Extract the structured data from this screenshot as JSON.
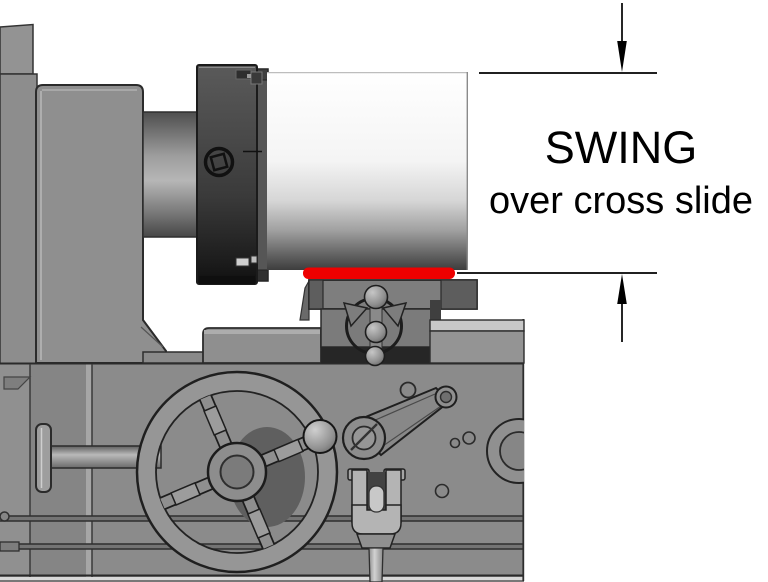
{
  "annotation": {
    "title": "SWING",
    "subtitle": "over cross slide"
  },
  "dimension_marks": {
    "top_arrow_direction": "down",
    "bottom_arrow_direction": "up"
  },
  "colors": {
    "highlight_red": "#ee0000",
    "machine_gray": "#8c8c8c",
    "chuck_dark": "#3a3a3a",
    "line_black": "#000000",
    "background": "#ffffff"
  }
}
